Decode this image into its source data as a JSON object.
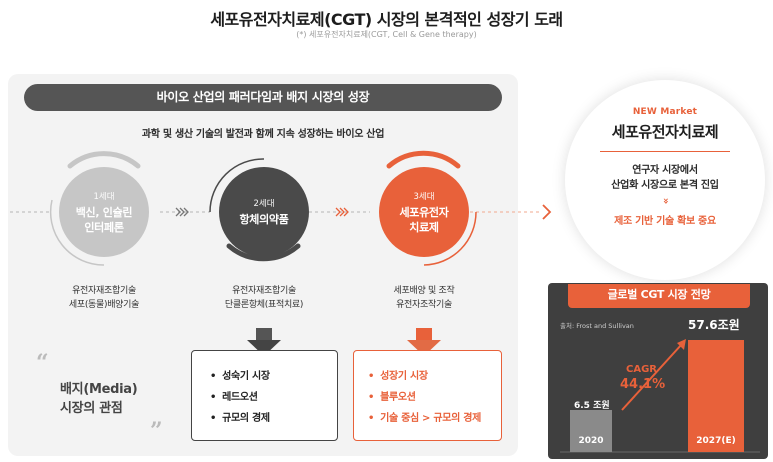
{
  "title": "세포유전자치료제(CGT) 시장의 본격적인 성장기 도래",
  "subtitle": "(*) 세포유전자치료제(CGT, Cell & Gene therapy)",
  "left_panel": {
    "header": "바이오 산업의 패러다임과 배지 시장의 성장",
    "subheader": "과학 및 생산 기술의 발전과 함께 지속 성장하는 바이오 산업",
    "generations": [
      {
        "num": "1세대",
        "name_line1": "백신, 인슐린",
        "name_line2": "인터페론",
        "features": [
          "유전자재조합기술",
          "세포(동물)배양기술"
        ],
        "color": "#c6c6c6"
      },
      {
        "num": "2세대",
        "name_line1": "항체의약품",
        "name_line2": "",
        "features": [
          "유전자재조합기술",
          "단클론항체(표적치료)"
        ],
        "color": "#4a4a4a"
      },
      {
        "num": "3세대",
        "name_line1": "세포유전자",
        "name_line2": "치료제",
        "features": [
          "세포배양 및 조작",
          "유전자조작기술"
        ],
        "color": "#e8613a"
      }
    ],
    "media_perspective": {
      "line1": "배지(Media)",
      "line2": "시장의 관점",
      "open_quote": "“",
      "close_quote": "”"
    },
    "current_market": [
      "성숙기 시장",
      "레드오션",
      "규모의 경제"
    ],
    "new_market": [
      "성장기 시장",
      "블루오션",
      "기술 중심 > 규모의 경제"
    ]
  },
  "new_market": {
    "label": "NEW Market",
    "title": "세포유전자치료제",
    "desc_line1": "연구자 시장에서",
    "desc_line2": "산업화 시장으로 본격 진입",
    "chevron": "»",
    "note": "제조 기반 기술 확보 중요"
  },
  "chart": {
    "title": "글로벌 CGT 시장 전망",
    "source": "출처: Frost and Sullivan",
    "cagr_label": "CAGR",
    "cagr_value": "44.1%"
  },
  "chart_data": {
    "type": "bar",
    "title": "글로벌 CGT 시장 전망",
    "categories": [
      "2020",
      "2027(E)"
    ],
    "values": [
      6.5,
      57.6
    ],
    "value_labels": [
      "6.5 조원",
      "57.6조원"
    ],
    "unit": "조원",
    "ylim": [
      0,
      60
    ],
    "bar_colors": [
      "#8a8a8a",
      "#e8613a"
    ],
    "annotation": "CAGR 44.1%"
  },
  "colors": {
    "accent": "#e8613a",
    "dark": "#4a4a4a",
    "light_gray": "#c6c6c6",
    "panel_bg": "#f3f3f3"
  }
}
